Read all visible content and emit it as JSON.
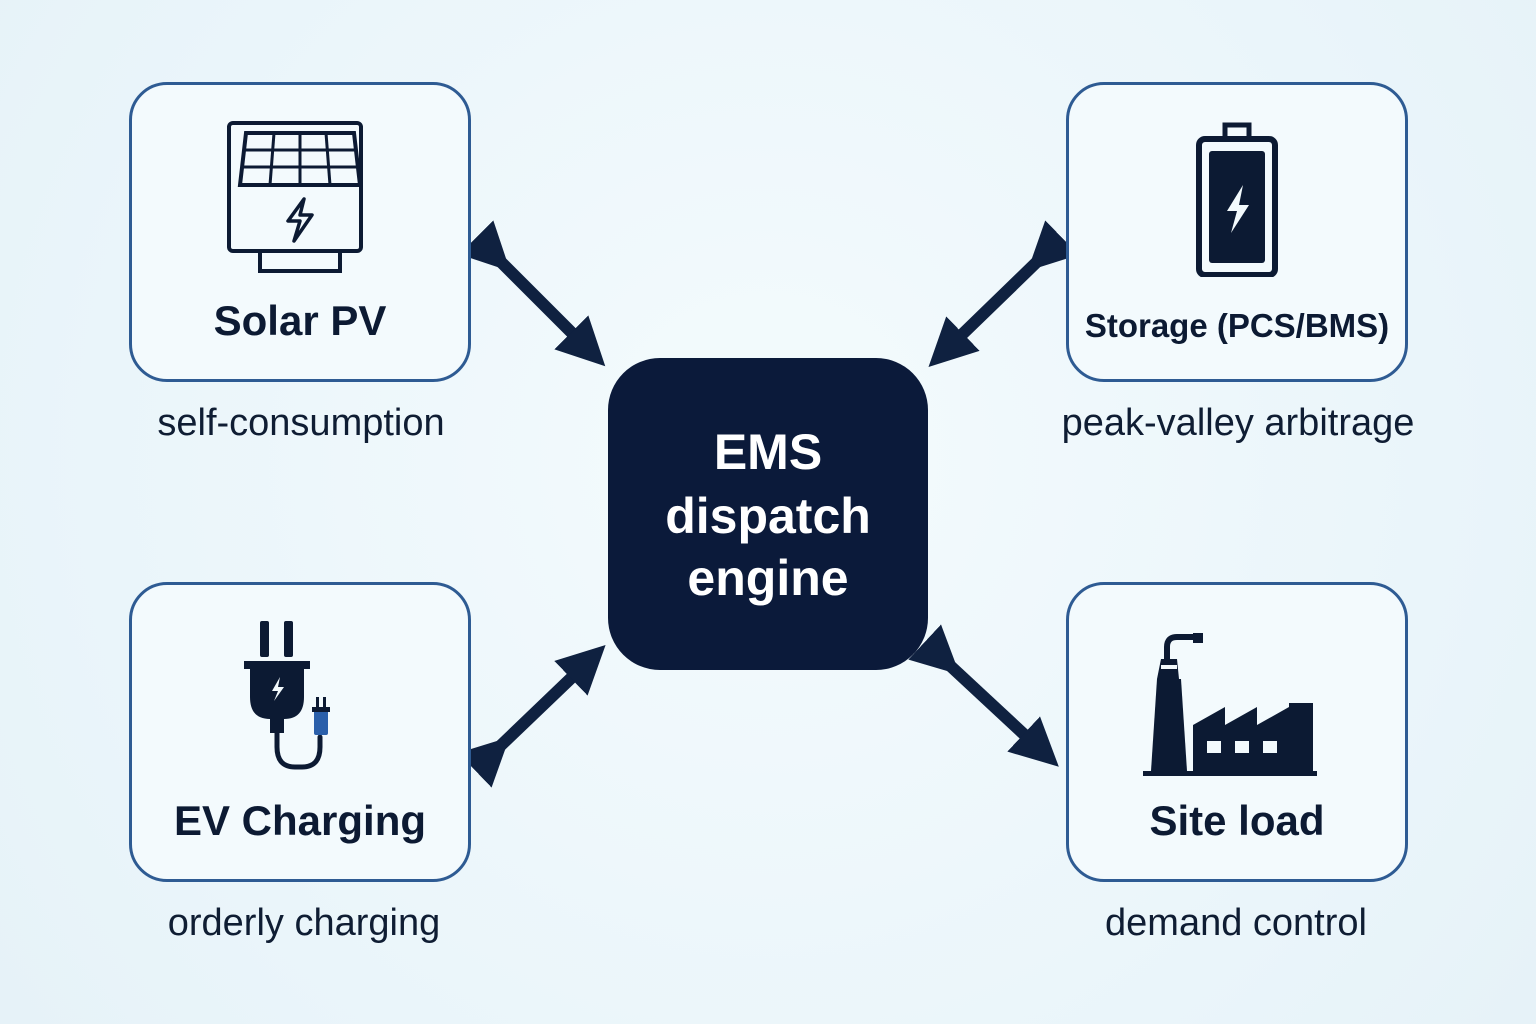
{
  "center": {
    "line1": "EMS",
    "line2": "dispatch",
    "line3": "engine"
  },
  "nodes": {
    "solar": {
      "title": "Solar PV",
      "subtitle": "self-consumption",
      "icon": "solar-panel-icon"
    },
    "storage": {
      "title": "Storage (PCS/BMS)",
      "subtitle": "peak-valley arbitrage",
      "icon": "battery-icon"
    },
    "ev": {
      "title": "EV Charging",
      "subtitle": "orderly charging",
      "icon": "ev-plug-icon"
    },
    "load": {
      "title": "Site load",
      "subtitle": "demand control",
      "icon": "factory-icon"
    }
  },
  "colors": {
    "background": "#eef7fb",
    "node_border": "#2e5b93",
    "center_fill": "#0b1a3a",
    "arrow": "#0f2140",
    "text": "#0c1a33",
    "accent": "#2a5faa"
  }
}
